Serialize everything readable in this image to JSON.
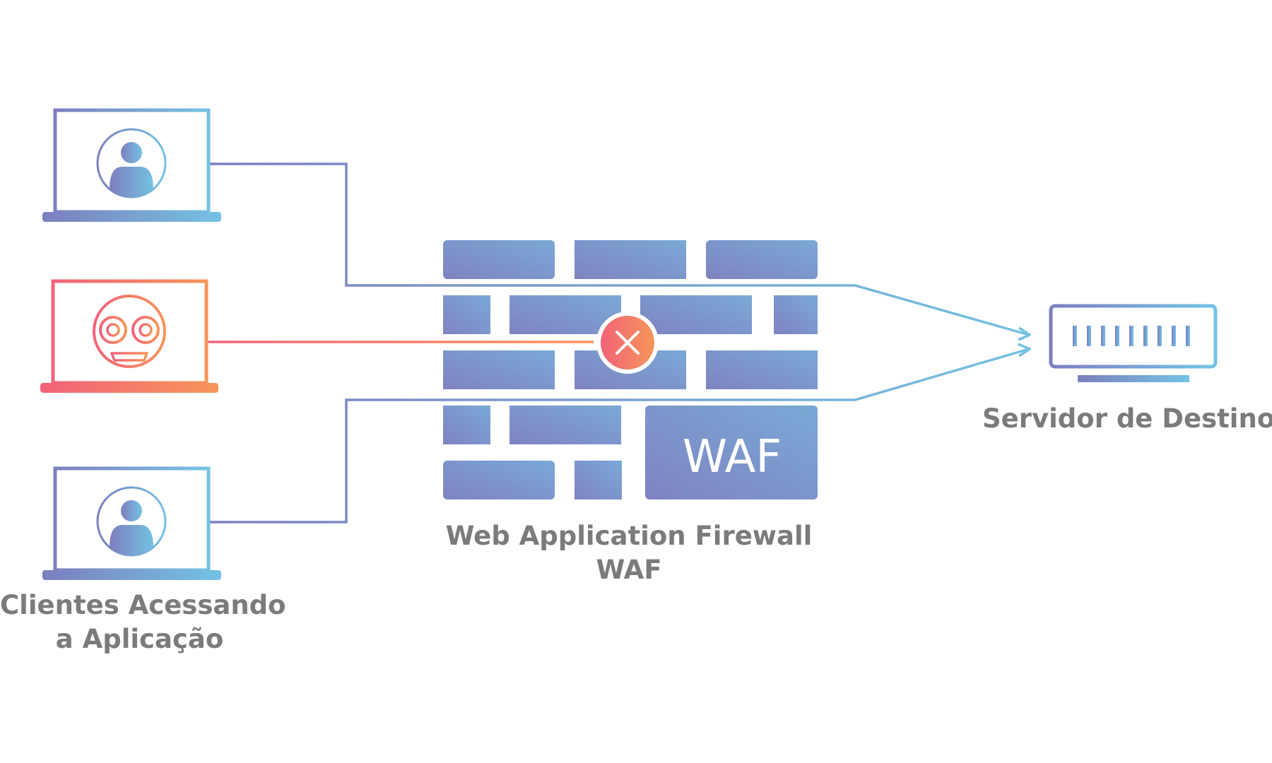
{
  "labels": {
    "clients": [
      "Clientes Acessando",
      "a Aplicação"
    ],
    "waf": [
      "Web Application Firewall",
      "WAF"
    ],
    "server": "Servidor de Destino",
    "waf_wall_text": "WAF"
  },
  "icons": {
    "client_top": "user-laptop-icon",
    "bot": "robot-laptop-icon",
    "client_bottom": "user-laptop-icon",
    "blocked": "blocked-x-icon",
    "server": "server-icon"
  },
  "colors": {
    "purple": "#7c7fbe",
    "blue": "#74c2e3",
    "bot_red": "#f2637a",
    "bot_orange": "#f7955a",
    "wall": "#7d93c7",
    "label_gray": "#7b7b7b"
  }
}
